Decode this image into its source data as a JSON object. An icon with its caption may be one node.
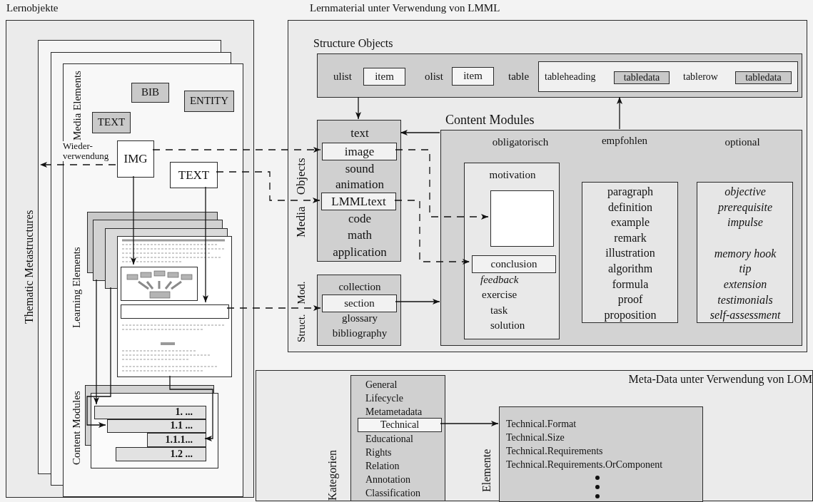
{
  "diagram": {
    "nodes": [
      {
        "text": [
          "Lernobjekte",
          "Thematic Metastructures"
        ]
      },
      {
        "text": [
          "Media Elements",
          "Learning Elements",
          "Content Modules"
        ],
        "in": 0
      },
      {
        "text": [
          "BIB"
        ],
        "in": 1
      },
      {
        "text": [
          "ENTITY"
        ],
        "in": 1
      },
      {
        "text": [
          "TEXT"
        ],
        "in": 1
      },
      {
        "text": [
          "IMG"
        ],
        "in": 1
      },
      {
        "text": [
          "TEXT"
        ],
        "in": 1
      },
      {
        "text": [],
        "shape": "box",
        "in": 1
      },
      {
        "text": [],
        "shape": "box",
        "in": 7
      },
      {
        "text": [],
        "shape": "box",
        "in": 7
      },
      {
        "text": [
          "1. ..."
        ],
        "in": 1
      },
      {
        "text": [
          "1.1 ..."
        ],
        "in": 1
      },
      {
        "text": [
          "1.1.1..."
        ],
        "in": 1
      },
      {
        "text": [
          "1.2 ..."
        ],
        "in": 1
      },
      {
        "text": [
          "Lernmaterial unter Verwendung von LMML"
        ]
      },
      {
        "text": [
          "Structure Objects",
          "ulist",
          "olist",
          "table"
        ],
        "in": 14
      },
      {
        "text": [
          "item"
        ],
        "in": 15
      },
      {
        "text": [
          "item"
        ],
        "in": 15
      },
      {
        "text": [
          "tableheading",
          "tablerow"
        ],
        "in": 15
      },
      {
        "text": [
          "tabledata"
        ],
        "in": 18
      },
      {
        "text": [
          "tabledata"
        ],
        "in": 18
      },
      {
        "text": [
          "Media Objects",
          "text",
          "sound",
          "animation",
          "code",
          "math",
          "application"
        ],
        "in": 14
      },
      {
        "text": [
          "image"
        ],
        "in": 21
      },
      {
        "text": [
          "LMMLtext"
        ],
        "in": 21
      },
      {
        "text": [
          "Struct. Mod.",
          "collection",
          "glossary",
          "bibliography"
        ],
        "in": 14
      },
      {
        "text": [
          "section"
        ],
        "in": 24
      },
      {
        "text": [
          "Content Modules",
          "obligatorisch",
          "empfohlen",
          "optional"
        ],
        "in": 14
      },
      {
        "text": [
          "motivation",
          "feedback",
          "exercise",
          "task",
          "solution"
        ],
        "in": 26
      },
      {
        "text": [],
        "shape": "box",
        "in": 27
      },
      {
        "text": [
          "conclusion"
        ],
        "in": 27
      },
      {
        "text": [
          "paragraph",
          "definition",
          "example",
          "remark",
          "illustration",
          "algorithm",
          "formula",
          "proof",
          "proposition"
        ],
        "in": 26
      },
      {
        "text": [
          "objective",
          "prerequisite",
          "impulse",
          "memory hook",
          "tip",
          "extension",
          "testimonials",
          "self-assessment"
        ],
        "in": 26
      },
      {
        "text": [
          "Meta-Data unter Verwendung von LOM"
        ]
      },
      {
        "text": [
          "Kategorien",
          "General",
          "Lifecycle",
          "Metametadata",
          "Educational",
          "Rights",
          "Relation",
          "Annotation",
          "Classification"
        ],
        "in": 32
      },
      {
        "text": [
          "Technical"
        ],
        "in": 33
      },
      {
        "text": [
          "Elemente",
          "Technical.Format",
          "Technical.Size",
          "Technical.Requirements",
          "Technical.Requirements.OrComponent"
        ],
        "in": 32
      }
    ],
    "edges": [
      {
        "from": 15,
        "to": 21,
        "arrow": "to"
      },
      {
        "from": 26,
        "to": 15,
        "arrow": "to"
      },
      {
        "from": 26,
        "to": 21,
        "arrow": "to"
      },
      {
        "from": 5,
        "to": 22,
        "arrow": "to",
        "style": "dashed"
      },
      {
        "from": 6,
        "to": 23,
        "arrow": "to",
        "style": "dashed"
      },
      {
        "from": 22,
        "to": 28,
        "arrow": "to",
        "style": "dashed"
      },
      {
        "from": 23,
        "to": 29,
        "arrow": "to",
        "style": "dashed"
      },
      {
        "from": 9,
        "to": 25,
        "arrow": "to",
        "style": "dashed"
      },
      {
        "from": 25,
        "to": 26,
        "arrow": "to"
      },
      {
        "from": 34,
        "to": 35,
        "arrow": "to"
      },
      {
        "from": 5,
        "to": 8,
        "arrow": "to"
      },
      {
        "from": 6,
        "to": 9,
        "arrow": "to"
      },
      {
        "from": 5,
        "to": null,
        "arrow": "to",
        "style": "dashed",
        "label": "Wieder- verwendung"
      },
      {
        "from": 7,
        "to": 10,
        "arrow": "to"
      },
      {
        "from": 7,
        "to": 11,
        "arrow": "to"
      },
      {
        "from": 7,
        "to": 12,
        "arrow": "to"
      }
    ]
  }
}
